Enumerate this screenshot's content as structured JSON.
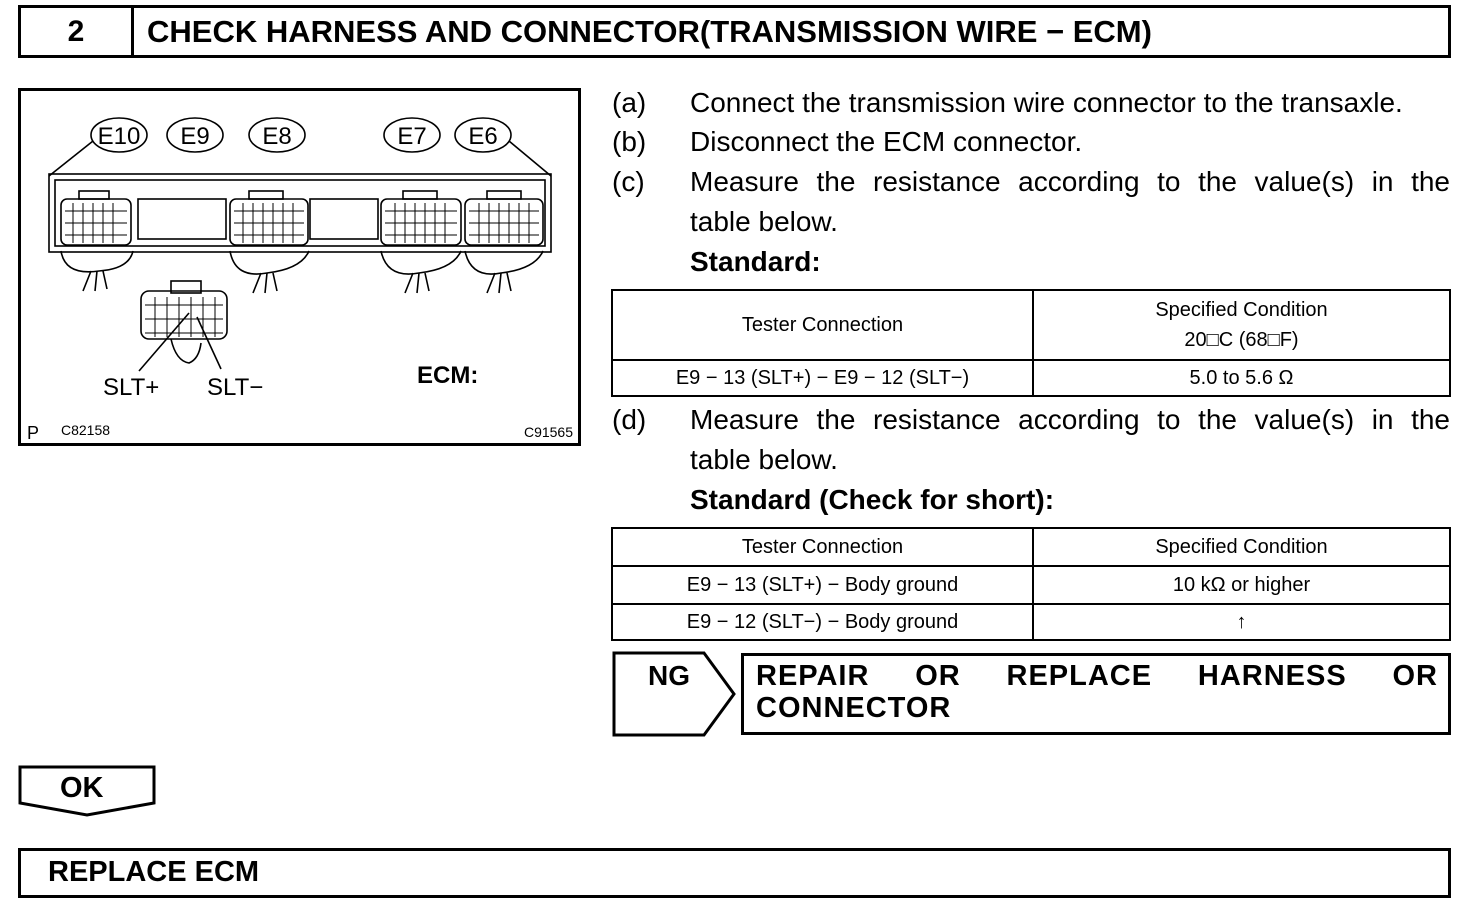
{
  "header": {
    "step_number": "2",
    "title": "CHECK HARNESS AND CONNECTOR(TRANSMISSION WIRE − ECM)"
  },
  "figure": {
    "connectors": [
      "E10",
      "E9",
      "E8",
      "E7",
      "E6"
    ],
    "pin_labels": [
      "SLT+",
      "SLT−"
    ],
    "ecm_label": "ECM:",
    "corner_p": "P",
    "code_left": "C82158",
    "code_right": "C91565"
  },
  "steps": [
    {
      "letter": "(a)",
      "text": "Connect the transmission wire connector to the transaxle."
    },
    {
      "letter": "(b)",
      "text": "Disconnect the ECM connector."
    },
    {
      "letter": "(c)",
      "line1": "Measure the resistance according to the value(s) in the",
      "line2": "table below."
    },
    {
      "letter": "(d)",
      "line1": "Measure the resistance according to the value(s) in the",
      "line2": "table below."
    }
  ],
  "standard_1": "Standard:",
  "table_1": {
    "headers": [
      "Tester Connection",
      "Specified Condition",
      "20□C (68□F)"
    ],
    "rows": [
      [
        "E9 − 13 (SLT+) − E9 − 12 (SLT−)",
        "5.0 to 5.6 Ω"
      ]
    ]
  },
  "standard_2": "Standard (Check for short):",
  "table_2": {
    "headers": [
      "Tester Connection",
      "Specified Condition"
    ],
    "rows": [
      [
        "E9 − 13 (SLT+) − Body ground",
        "10 kΩ or higher"
      ],
      [
        "E9 − 12 (SLT−) − Body ground",
        "↑"
      ]
    ]
  },
  "ng": {
    "label": "NG",
    "action_line1": "REPAIR OR REPLACE HARNESS OR",
    "action_line2": "CONNECTOR"
  },
  "ok": {
    "label": "OK"
  },
  "final_action": "REPLACE ECM"
}
